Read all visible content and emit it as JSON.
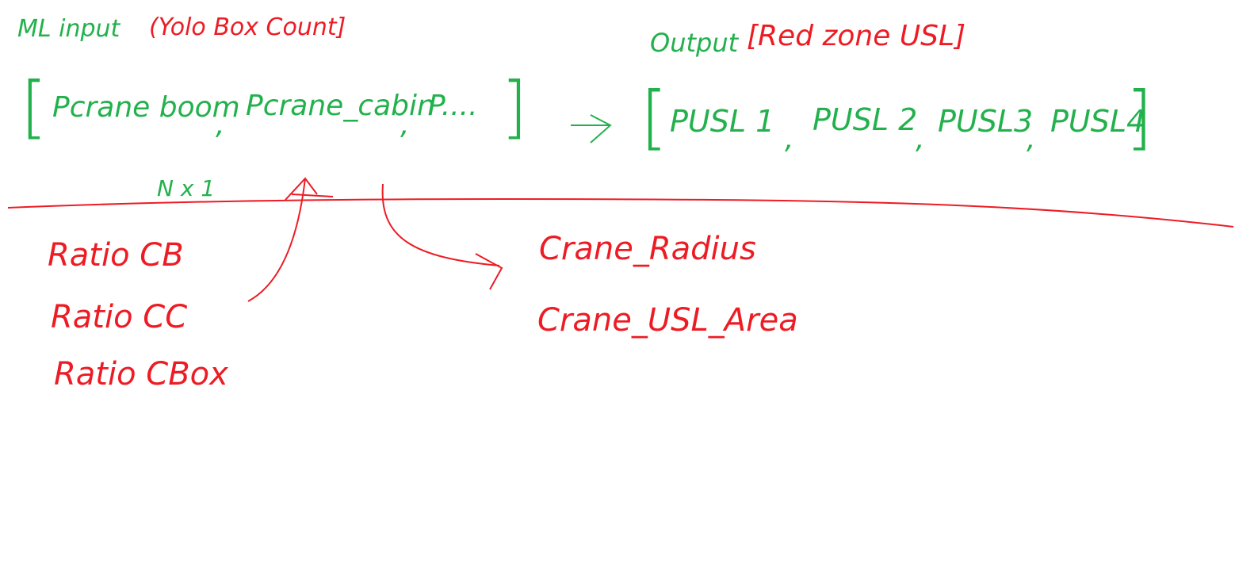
{
  "colors": {
    "green": "#22b14c",
    "red": "#ed1c24",
    "background": "#ffffff"
  },
  "top_left": {
    "label_green": "ML input",
    "label_red": "(Yolo Box Count]"
  },
  "top_right": {
    "label_green": "Output",
    "label_red": "[Red zone USL]"
  },
  "input_vector": {
    "open_bracket": "[",
    "item_1": "Pcrane boom",
    "sep_1": ",",
    "item_2": "Pcrane_cabin",
    "sep_2": ",",
    "item_3": "P....",
    "close_bracket": "]",
    "shape": "N x 1"
  },
  "arrow_glyph": "->",
  "output_vector": {
    "open_bracket": "[",
    "item_1": "PUSL 1",
    "sep_1": ",",
    "item_2": "PUSL 2",
    "sep_2": ",",
    "item_3": "PUSL3",
    "sep_3": ",",
    "item_4": "PUSL4",
    "close_bracket": "]"
  },
  "ratios": [
    "Ratio CB",
    "Ratio CC",
    "Ratio CBox"
  ],
  "crane_notes": [
    "Crane_Radius",
    "Crane_USL_Area"
  ]
}
